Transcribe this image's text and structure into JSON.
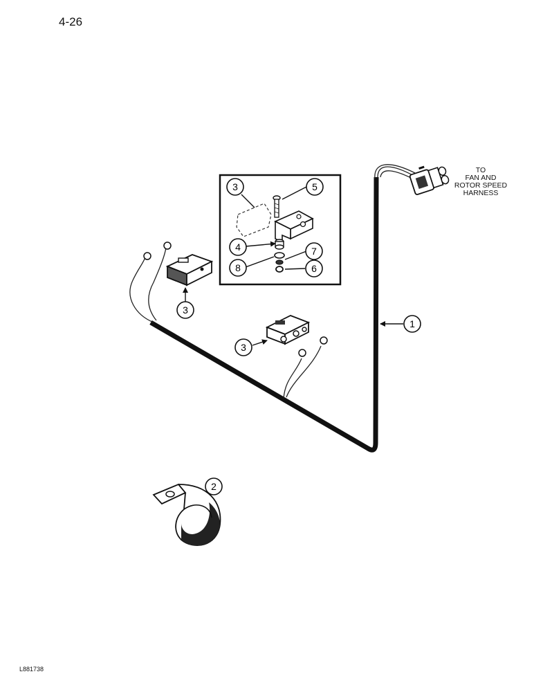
{
  "page": {
    "number": "4-26",
    "figure_code": "L881738"
  },
  "note": {
    "lines": [
      "TO",
      "FAN AND",
      "ROTOR SPEED",
      "HARNESS"
    ]
  },
  "callouts": {
    "harness": "1",
    "clamp": "2",
    "switch_left": "3",
    "switch_right": "3",
    "inset_switch": "3",
    "inset_spacer": "4",
    "inset_screw": "5",
    "inset_nut": "6",
    "inset_lockwasher": "7",
    "inset_washer": "8"
  }
}
